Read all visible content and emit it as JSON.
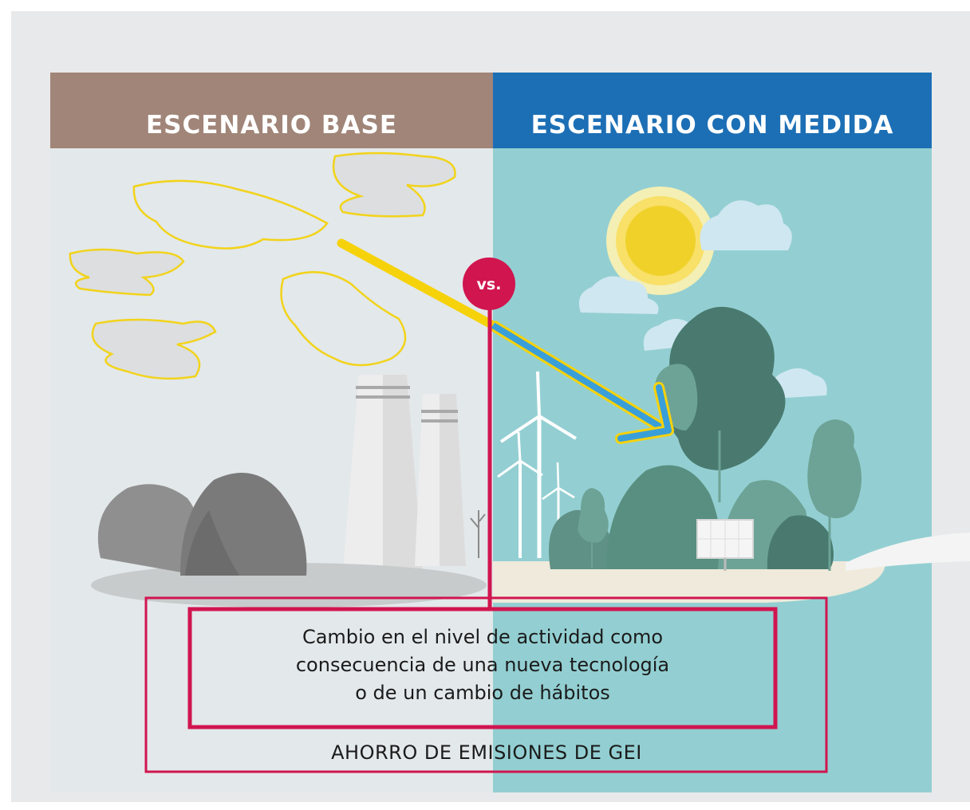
{
  "header": {
    "left_title": "ESCENARIO BASE",
    "right_title": "ESCENARIO CON MEDIDA"
  },
  "versus": "vs.",
  "description": {
    "line1": "Cambio en el nivel de actividad como",
    "line2": "consecuencia de una nueva tecnología",
    "line3": "o de un cambio de hábitos"
  },
  "result_label": "AHORRO DE EMISIONES DE GEI",
  "colors": {
    "base_header": "#a08578",
    "medida_header": "#1c6fb5",
    "base_bg": "#e3e8ea",
    "medida_bg": "#93cfd2",
    "accent_magenta": "#d0154f",
    "arrow_yellow": "#f6d20b",
    "arrow_blue": "#3a9fd9"
  }
}
